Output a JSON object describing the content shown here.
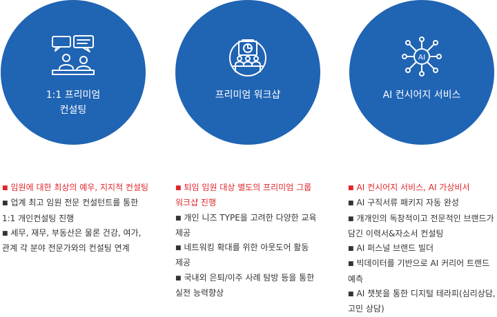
{
  "services": [
    {
      "icon": "consulting-meeting-icon",
      "title_line1": "1:1 프리미엄",
      "title_line2": "컨설팅",
      "items": [
        {
          "text": "임원에 대한 최상의 예우, 지지적 컨설팅",
          "accent": true
        },
        {
          "text": "업계 최고 임원 전문 컨설턴트를 통한 1:1 개인컨설팅 진행",
          "accent": false
        },
        {
          "text": "세무, 재무, 부동산은 물론 건강, 여가, 관계 각 분야 전문가와의 컨설팅 연계",
          "accent": false
        }
      ]
    },
    {
      "icon": "workshop-presentation-icon",
      "title_line1": "프리미엄 워크샵",
      "title_line2": "",
      "items": [
        {
          "text": "퇴임 임원 대상 별도의 프리미엄 그룹 워크샵 진행",
          "accent": true
        },
        {
          "text": "개인 니즈 TYPE을 고려한 다양한 교육 제공",
          "accent": false
        },
        {
          "text": "네트워킹 확대를 위한 아웃도어 활동 제공",
          "accent": false
        },
        {
          "text": "국내외 은퇴/이주 사례 탐방 등을 통한 실전 능력향상",
          "accent": false
        }
      ]
    },
    {
      "icon": "ai-network-icon",
      "title_line1": "AI 컨시어지 서비스",
      "title_line2": "",
      "items": [
        {
          "text": "AI 컨시어지 서비스, AI 가상비서",
          "accent": true
        },
        {
          "text": "AI 구직서류 패키지 자동 완성",
          "accent": false
        },
        {
          "text": "개개인의 독창적이고 전문적인 브랜드가 담긴 이력서&자소서 컨설팅",
          "accent": false
        },
        {
          "text": "AI 퍼스널 브랜드 빌더",
          "accent": false
        },
        {
          "text": "빅데이터를 기반으로 AI 커리어 트랜드 예측",
          "accent": false
        },
        {
          "text": "AI 챗봇을 통한 디지털 테라피(심리상담, 고민 상담)",
          "accent": false
        }
      ]
    }
  ],
  "colors": {
    "circle": "#2064b4",
    "accent": "#e0262b",
    "text": "#333333"
  },
  "bullet": "■"
}
